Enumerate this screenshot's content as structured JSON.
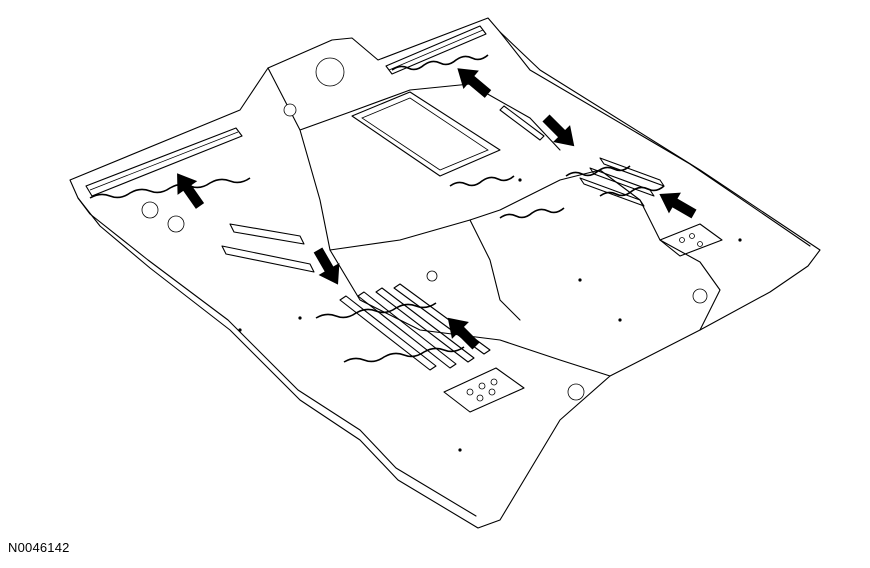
{
  "figure": {
    "caption": "N0046142",
    "colors": {
      "line": "#000000",
      "background": "#ffffff"
    },
    "arrow_icon": "black-arrow",
    "arrow_count": 6
  }
}
